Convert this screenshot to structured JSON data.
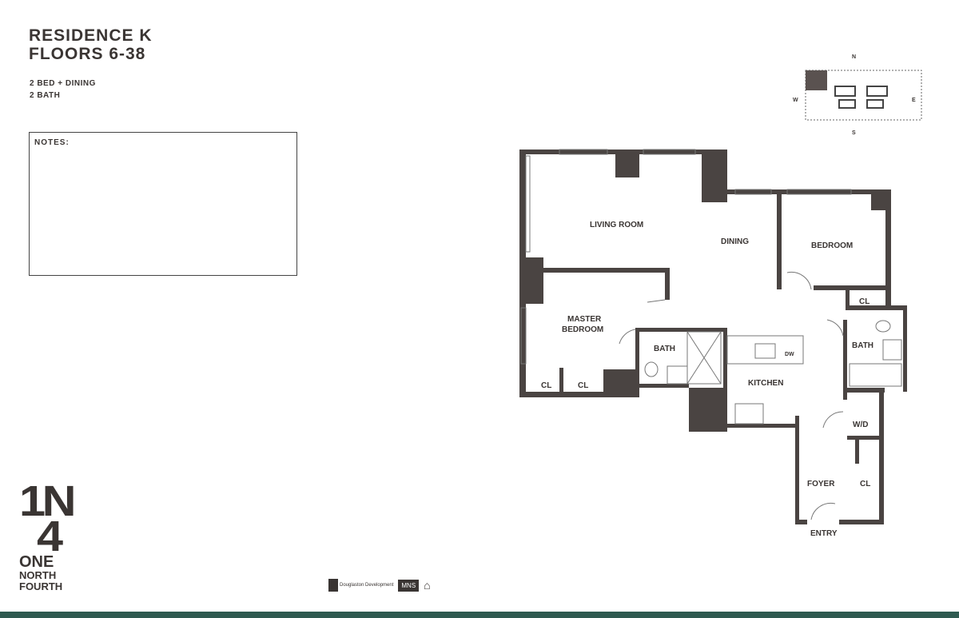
{
  "header": {
    "residence": "RESIDENCE K",
    "floors": "FLOORS 6-38",
    "bedrooms": "2 BED + DINING",
    "bathrooms": "2 BATH"
  },
  "notes": {
    "label": "NOTES:"
  },
  "compass": {
    "n": "N",
    "s": "S",
    "e": "E",
    "w": "W"
  },
  "rooms": {
    "living": "LIVING ROOM",
    "dining": "DINING",
    "bedroom": "BEDROOM",
    "master1": "MASTER",
    "master2": "BEDROOM",
    "bath1": "BATH",
    "bath2": "BATH",
    "kitchen": "KITCHEN",
    "cl1": "CL",
    "cl2": "CL",
    "cl3": "CL",
    "cl4": "CL",
    "wd": "W/D",
    "foyer": "FOYER",
    "entry": "ENTRY",
    "dw": "DW"
  },
  "logo": {
    "mark_top": "1N",
    "mark_bottom": "4",
    "line1": "ONE",
    "line2": "NORTH",
    "line3": "FOURTH"
  },
  "partners": {
    "developer": "Douglaston Development",
    "mns": "MNS"
  },
  "colors": {
    "wall": "#4a4442",
    "footer_bar": "#2f5a50"
  }
}
